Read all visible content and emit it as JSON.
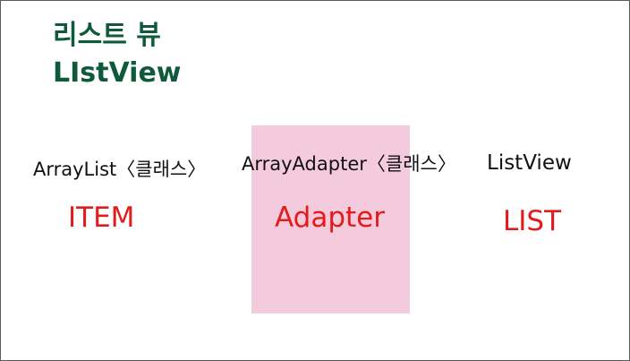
{
  "title": {
    "line1": "리스트 뷰",
    "line2": "LIstView"
  },
  "columns": [
    {
      "label": "ArrayList〈클래스〉",
      "value": "ITEM"
    },
    {
      "label": "ArrayAdapter〈클래스〉",
      "value": "Adapter"
    },
    {
      "label": "ListView",
      "value": "LIST"
    }
  ],
  "colors": {
    "title": "#0e5a3a",
    "value": "#e31b1b",
    "adapter_box": "#f4cadd",
    "label": "#111111"
  }
}
